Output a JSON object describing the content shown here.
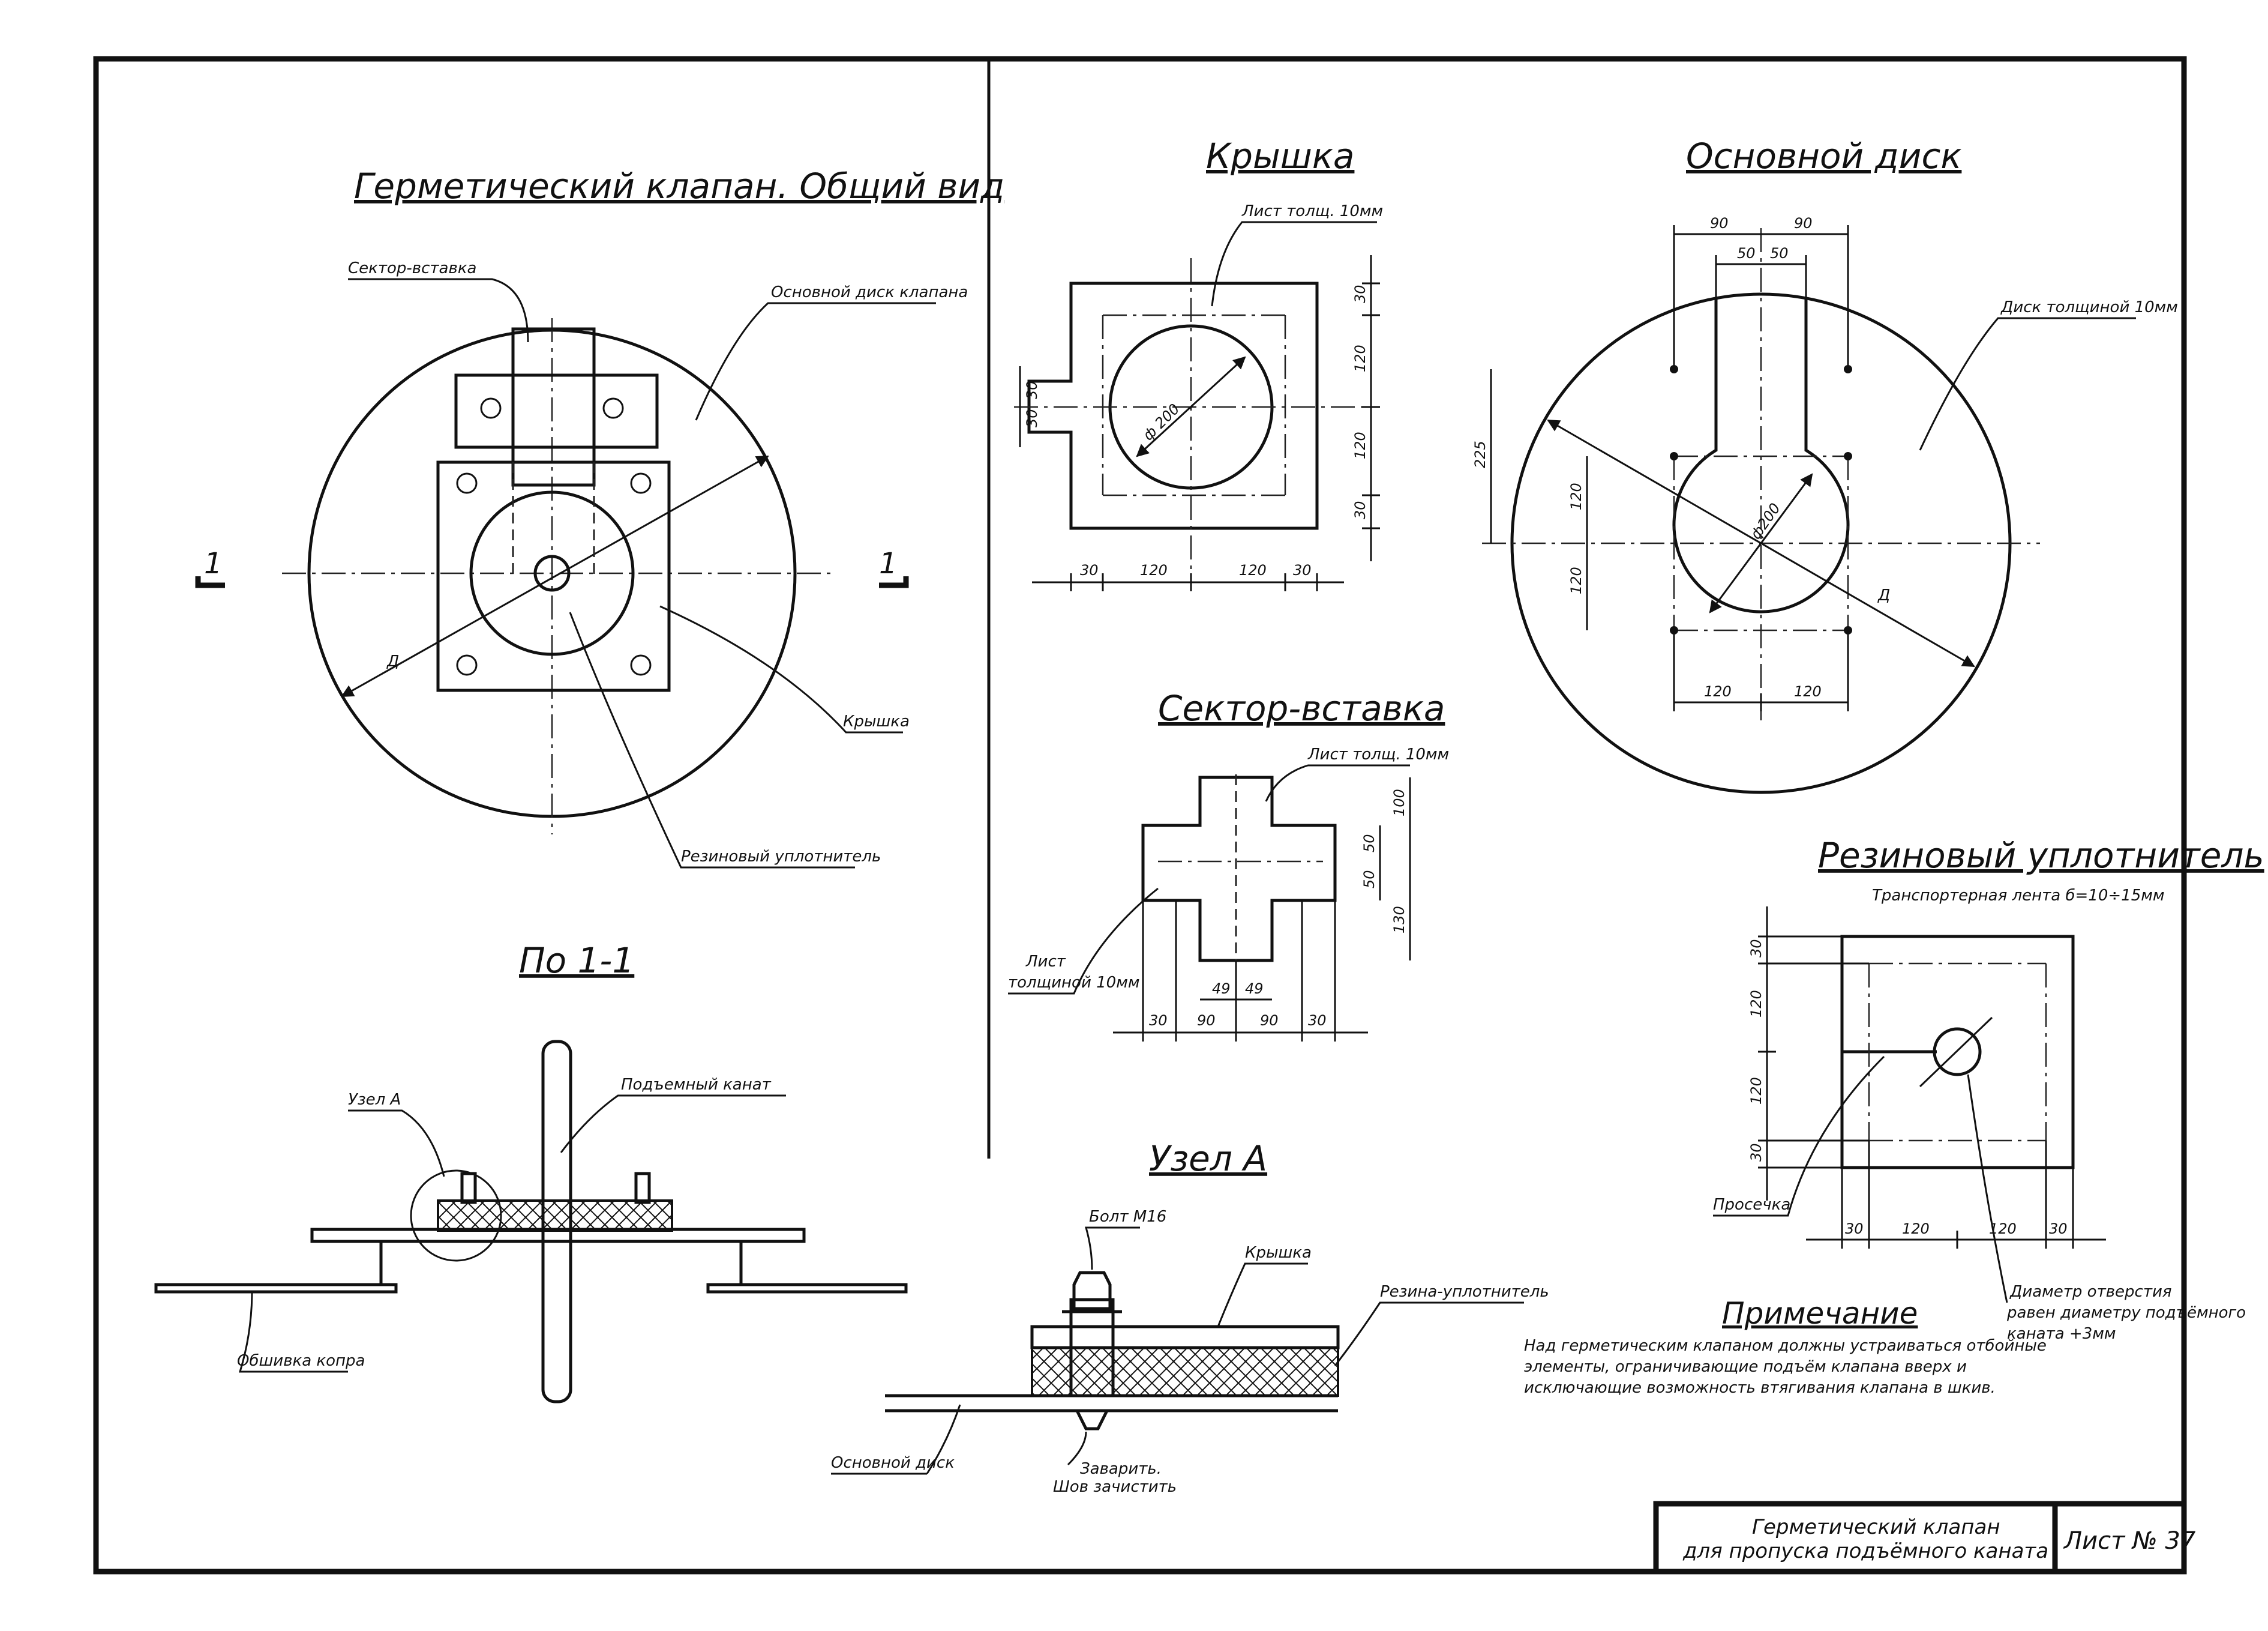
{
  "titles": {
    "general_view": "Герметический клапан. Общий вид",
    "cover": "Крышка",
    "main_disk": "Основной диск",
    "sector_insert": "Сектор-вставка",
    "section_1_1": "По 1-1",
    "node_a": "Узел А",
    "rubber_seal": "Резиновый уплотнитель",
    "note": "Примечание"
  },
  "general_view": {
    "sector_insert": "Сектор-вставка",
    "main_disk_valve": "Основной диск клапана",
    "cover": "Крышка",
    "rubber_seal": "Резиновый уплотнитель",
    "diameter": "Д",
    "section_mark": "1"
  },
  "section_1_1": {
    "node_a": "Узел А",
    "lifting_rope": "Подъемный канат",
    "frame_lining": "Обшивка копра"
  },
  "cover": {
    "sheet": "Лист толщ. 10мм",
    "hole": "ф 200",
    "right_dims": [
      "30",
      "120",
      "120",
      "30"
    ],
    "bottom_dims": [
      "30",
      "120",
      "120",
      "30"
    ],
    "slot_dims": [
      "30",
      "30"
    ]
  },
  "main_disk": {
    "disk": "Диск толщиной 10мм",
    "hole": "ф200",
    "diameter": "Д",
    "top_dims": [
      "90",
      "90"
    ],
    "slot_dims": [
      "50",
      "50"
    ],
    "left_dim": "225",
    "left_dims": [
      "120",
      "120"
    ],
    "bottom_dims": [
      "120",
      "120"
    ]
  },
  "sector_insert": {
    "sheet_top": "Лист толщ. 10мм",
    "sheet_left": [
      "Лист",
      "толщиной 10мм"
    ],
    "right_dims": [
      "100",
      "50",
      "50",
      "130"
    ],
    "inner_dims": [
      "49",
      "49"
    ],
    "bottom_dims": [
      "30",
      "90",
      "90",
      "30"
    ]
  },
  "node_a": {
    "bolt": "Болт М16",
    "cover": "Крышка",
    "rubber": "Резина-уплотнитель",
    "main_disk": "Основной диск",
    "weld": [
      "Заварить.",
      "Шов зачистить"
    ]
  },
  "rubber_seal": {
    "belt": "Транспортерная лента б=10÷15мм",
    "cut": "Просечка",
    "hole_note": [
      "Диаметр отверстия",
      "равен диаметру подъёмного",
      "каната +3мм"
    ],
    "left_dims": [
      "30",
      "120",
      "120",
      "30"
    ],
    "bottom_dims": [
      "30",
      "120",
      "120",
      "30"
    ]
  },
  "note_text": [
    "Над герметическим клапаном должны устраиваться отбойные",
    "элементы, ограничивающие подъём клапана вверх и",
    "исключающие возможность втягивания клапана в шкив."
  ],
  "stamp": {
    "title_line1": "Герметический клапан",
    "title_line2": "для пропуска подъёмного каната",
    "sheet": "Лист № 37"
  }
}
